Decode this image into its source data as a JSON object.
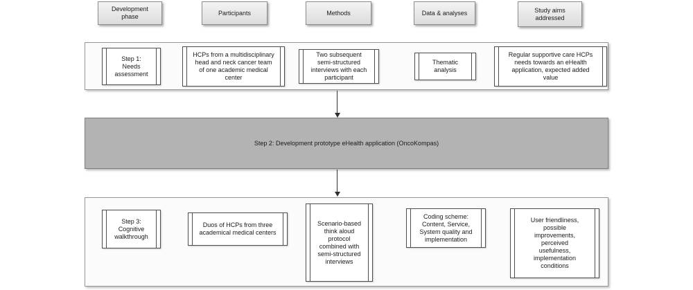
{
  "diagram": {
    "column_headers": [
      "Development phase",
      "Participants",
      "Methods",
      "Data & analyses",
      "Study aims addressed"
    ],
    "step1": {
      "phase": "Step 1: Needs assessment",
      "participants": "HCPs from a multidisciplinary head and neck cancer team of one academic medical center",
      "methods": "Two subsequent semi-structured interviews with each participant",
      "data_analyses": "Thematic analysis",
      "study_aims": "Regular supportive care HCPs needs towards an eHealth application, expected added value"
    },
    "step2": {
      "label": "Step 2: Development prototype eHealth application (OncoKompas)"
    },
    "step3": {
      "phase": "Step 3: Cognitive walkthrough",
      "participants": "Duos of HCPs from three academical medical centers",
      "methods": "Scenario-based think aloud protocol combined with semi-structured interviews",
      "data_analyses": "Coding scheme: Content, Service, System quality and implementation",
      "study_aims": "User friendliness, possible improvements, perceived usefulness, implementation conditions"
    },
    "colors": {
      "header_fill": "#e6e6e6",
      "step2_fill": "#b3b3b3",
      "cell_border": "#4d4d4d",
      "container_border": "#969696"
    }
  }
}
